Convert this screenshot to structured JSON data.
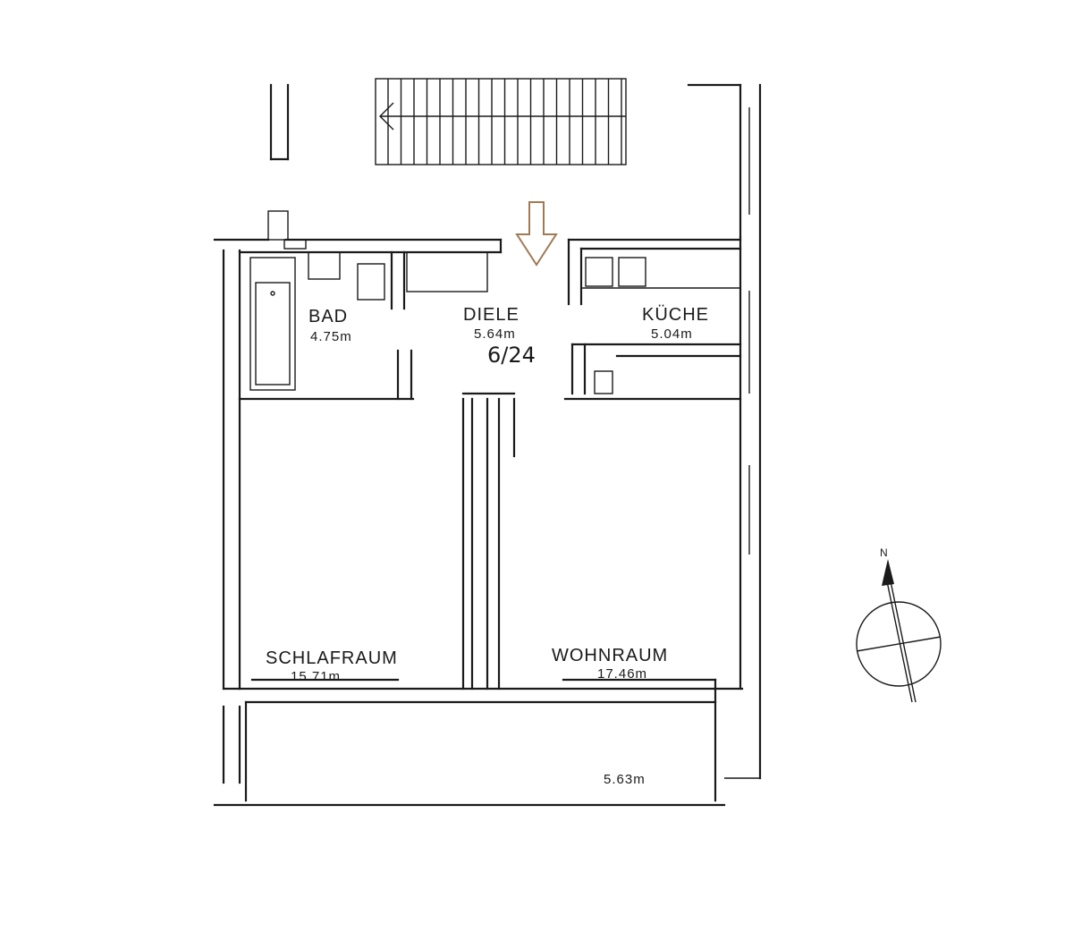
{
  "rooms": {
    "bad": {
      "name": "BAD",
      "area": "4.75m"
    },
    "diele": {
      "name": "DIELE",
      "area": "5.64m",
      "note": "6/24"
    },
    "kueche": {
      "name": "KÜCHE",
      "area": "5.04m"
    },
    "schlafraum": {
      "name": "SCHLAFRAUM",
      "area": "15.71m"
    },
    "wohnraum": {
      "name": "WOHNRAUM",
      "area": "17.46m"
    },
    "balkon": {
      "area": "5.63m"
    }
  },
  "compass": {
    "label": "N"
  },
  "colors": {
    "line": "#1a1a1a",
    "entrance_arrow": "#a07a55"
  }
}
